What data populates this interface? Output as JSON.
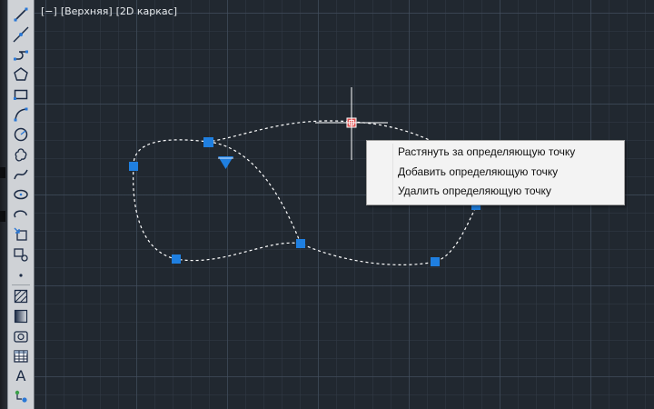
{
  "viewport": {
    "controls_label": "[−]",
    "view_label": "[Верхняя]",
    "style_label": "[2D каркас]"
  },
  "toolbar": {
    "tools": [
      {
        "icon": "line-icon"
      },
      {
        "icon": "construction-line-icon"
      },
      {
        "icon": "polyline-icon"
      },
      {
        "icon": "polygon-icon"
      },
      {
        "icon": "rectangle-icon"
      },
      {
        "icon": "arc-icon"
      },
      {
        "icon": "circle-icon"
      },
      {
        "icon": "revision-cloud-icon"
      },
      {
        "icon": "spline-icon"
      },
      {
        "icon": "ellipse-icon"
      },
      {
        "icon": "ellipse-arc-icon"
      },
      {
        "icon": "insert-block-icon"
      },
      {
        "icon": "make-block-icon"
      },
      {
        "icon": "point-icon"
      },
      {
        "icon": "hatch-icon"
      },
      {
        "icon": "gradient-icon"
      },
      {
        "icon": "region-icon"
      },
      {
        "icon": "table-icon"
      },
      {
        "icon": "multiline-text-icon",
        "glyph": "A"
      },
      {
        "icon": "add-selected-icon"
      }
    ]
  },
  "context_menu": {
    "items": [
      "Растянуть за определяющую точку",
      "Добавить определяющую точку",
      "Удалить определяющую точку"
    ]
  },
  "colors": {
    "background": "#212830",
    "grip": "#1f7fe0",
    "hot_grip": "#e05050",
    "spline": "#ffffff",
    "crosshair": "#ffffff"
  }
}
